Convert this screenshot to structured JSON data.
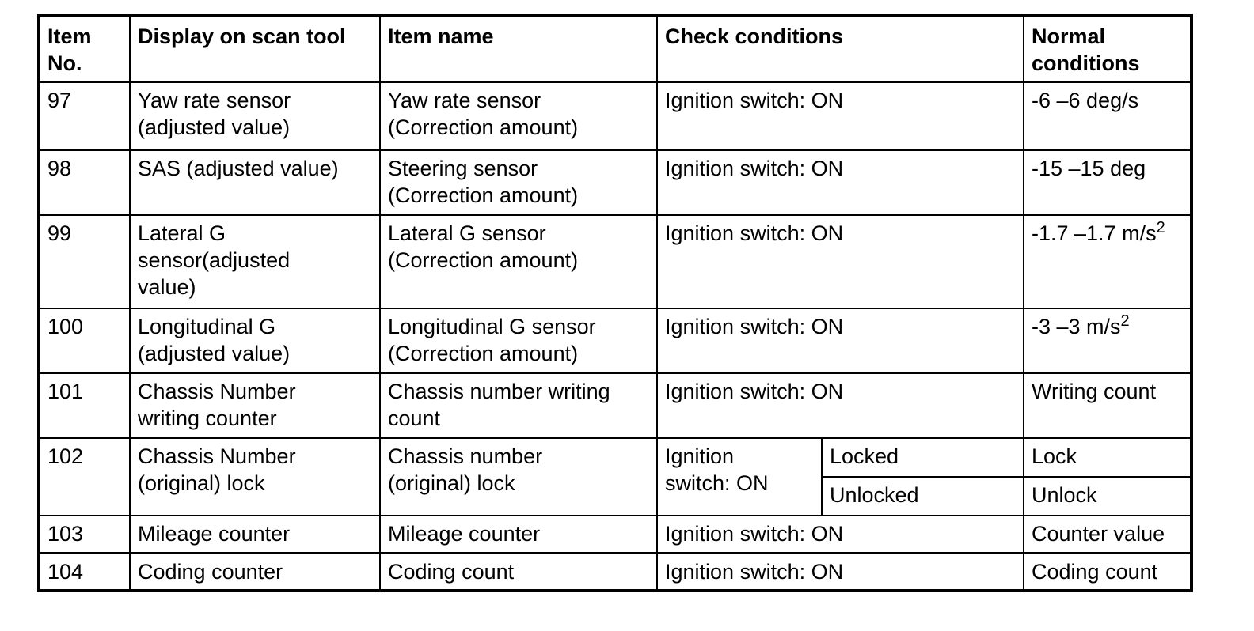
{
  "table": {
    "header": {
      "item_no": "Item\nNo.",
      "display": "Display on scan tool",
      "item_name": "Item name",
      "check": "Check conditions",
      "normal": "Normal\nconditions"
    },
    "rows": [
      {
        "no": "97",
        "display": "Yaw rate sensor\n(adjusted value)",
        "item_name": "Yaw rate sensor\n(Correction amount)",
        "check": "Ignition switch: ON",
        "normal": "-6 –6 deg/s"
      },
      {
        "no": "98",
        "display": "SAS (adjusted value)",
        "item_name": "Steering sensor\n(Correction amount)",
        "check": "Ignition switch: ON",
        "normal": "-15 –15 deg"
      },
      {
        "no": "99",
        "display": "Lateral G\nsensor(adjusted\nvalue)",
        "item_name": "Lateral G sensor\n(Correction amount)",
        "check": "Ignition switch: ON",
        "normal": "-1.7 –1.7 m/s",
        "normal_sup": "2"
      },
      {
        "no": "100",
        "display": "Longitudinal G\n(adjusted value)",
        "item_name": "Longitudinal G sensor\n(Correction amount)",
        "check": "Ignition switch: ON",
        "normal": "-3 –3 m/s",
        "normal_sup": "2"
      },
      {
        "no": "101",
        "display": "Chassis Number\nwriting counter",
        "item_name": "Chassis number writing\ncount",
        "check": "Ignition switch: ON",
        "normal": "Writing count"
      },
      {
        "no": "102",
        "display": "Chassis Number\n(original) lock",
        "item_name": "Chassis number\n(original) lock",
        "check": "Ignition\nswitch: ON",
        "sub": [
          {
            "state": "Locked",
            "normal": "Lock"
          },
          {
            "state": "Unlocked",
            "normal": "Unlock"
          }
        ]
      },
      {
        "no": "103",
        "display": "Mileage counter",
        "item_name": "Mileage counter",
        "check": "Ignition switch: ON",
        "normal": "Counter value"
      },
      {
        "no": "104",
        "display": "Coding counter",
        "item_name": "Coding count",
        "check": "Ignition switch: ON",
        "normal": "Coding count"
      }
    ]
  }
}
